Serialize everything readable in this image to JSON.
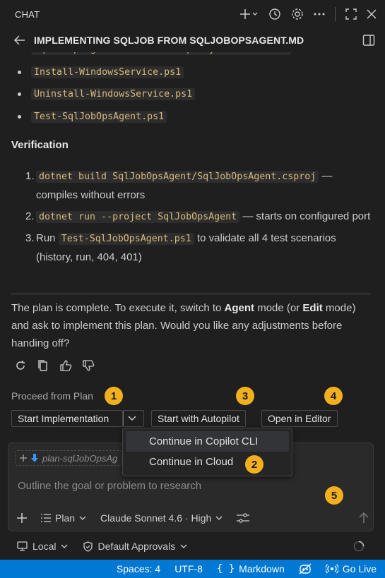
{
  "panel": {
    "title": "CHAT"
  },
  "chat_header": {
    "title": "IMPLEMENTING SQLJOB FROM SQLJOBOPSAGENT.MD"
  },
  "files": [
    "SqlJobOpsAgent/Middleware/ApiKeyMiddleware.cs",
    "Install-WindowsService.ps1",
    "Uninstall-WindowsService.ps1",
    "Test-SqlJobOpsAgent.ps1"
  ],
  "verification": {
    "heading": "Verification",
    "steps": [
      {
        "num": "1.",
        "code": "dotnet build SqlJobOpsAgent/SqlJobOpsAgent.csproj",
        "text": " — compiles without errors"
      },
      {
        "num": "2.",
        "code": "dotnet run --project SqlJobOpsAgent",
        "text": " — starts on configured port"
      },
      {
        "num": "3.",
        "pre": "Run ",
        "code": "Test-SqlJobOpsAgent.ps1",
        "text": " to validate all 4 test scenarios (history, run, 404, 401)"
      }
    ]
  },
  "message": {
    "p1": "The plan is complete. To execute it, switch to ",
    "b1": "Agent",
    "p2": " mode (or ",
    "b2": "Edit",
    "p3": " mode) and ask to implement this plan. Would you like any adjustments before handing off?"
  },
  "proceed": {
    "label": "Proceed from Plan",
    "start_impl": "Start Implementation",
    "start_autopilot": "Start with Autopilot",
    "open_editor": "Open in Editor"
  },
  "badges": [
    "1",
    "2",
    "3",
    "4",
    "5"
  ],
  "menu": {
    "items": [
      "Continue in Copilot CLI",
      "Continue in Cloud"
    ]
  },
  "input": {
    "attachment": "plan-sqlJobOpsAg",
    "placeholder": "Outline the goal or problem to research",
    "mode": "Plan",
    "model": "Claude Sonnet 4.6 · High"
  },
  "bottom": {
    "location": "Local",
    "approvals": "Default Approvals"
  },
  "status": {
    "spaces": "Spaces: 4",
    "encoding": "UTF-8",
    "language": "Markdown",
    "golive": "Go Live"
  },
  "colors": {
    "accent": "#0078d4",
    "badge": "#f2b01e",
    "code": "#d7ba7d"
  }
}
